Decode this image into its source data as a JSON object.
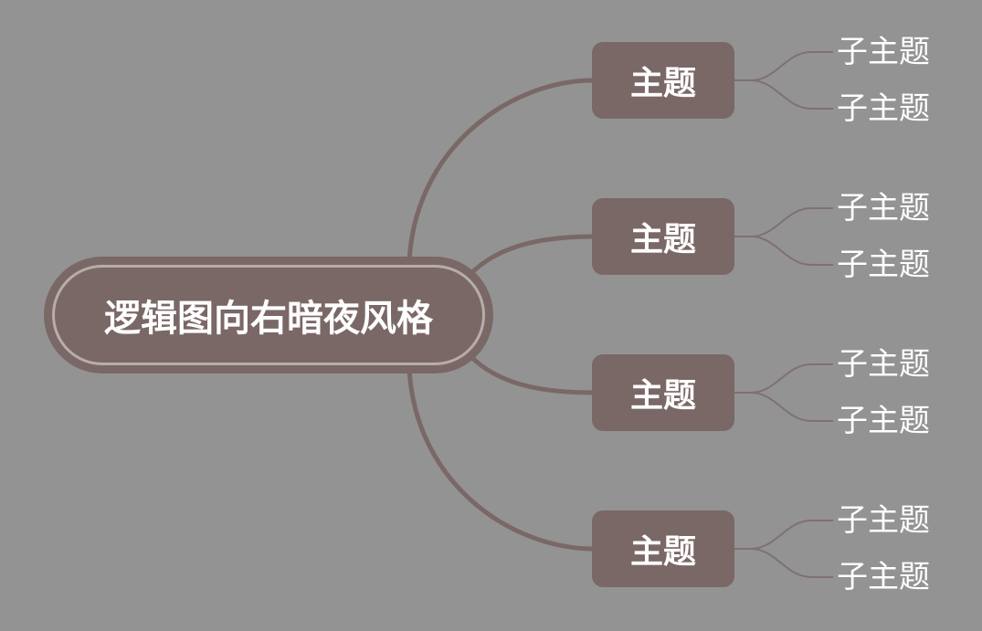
{
  "colors": {
    "background": "#939393",
    "node_fill": "#7a6866",
    "root_ring": "#b7adab",
    "branch_line": "#7a6866",
    "sub_line": "#7f7170",
    "text": "#ffffff"
  },
  "root": {
    "label": "逻辑图向右暗夜风格"
  },
  "topics": [
    {
      "label": "主题",
      "subtopics": [
        "子主题",
        "子主题"
      ]
    },
    {
      "label": "主题",
      "subtopics": [
        "子主题",
        "子主题"
      ]
    },
    {
      "label": "主题",
      "subtopics": [
        "子主题",
        "子主题"
      ]
    },
    {
      "label": "主题",
      "subtopics": [
        "子主题",
        "子主题"
      ]
    }
  ]
}
